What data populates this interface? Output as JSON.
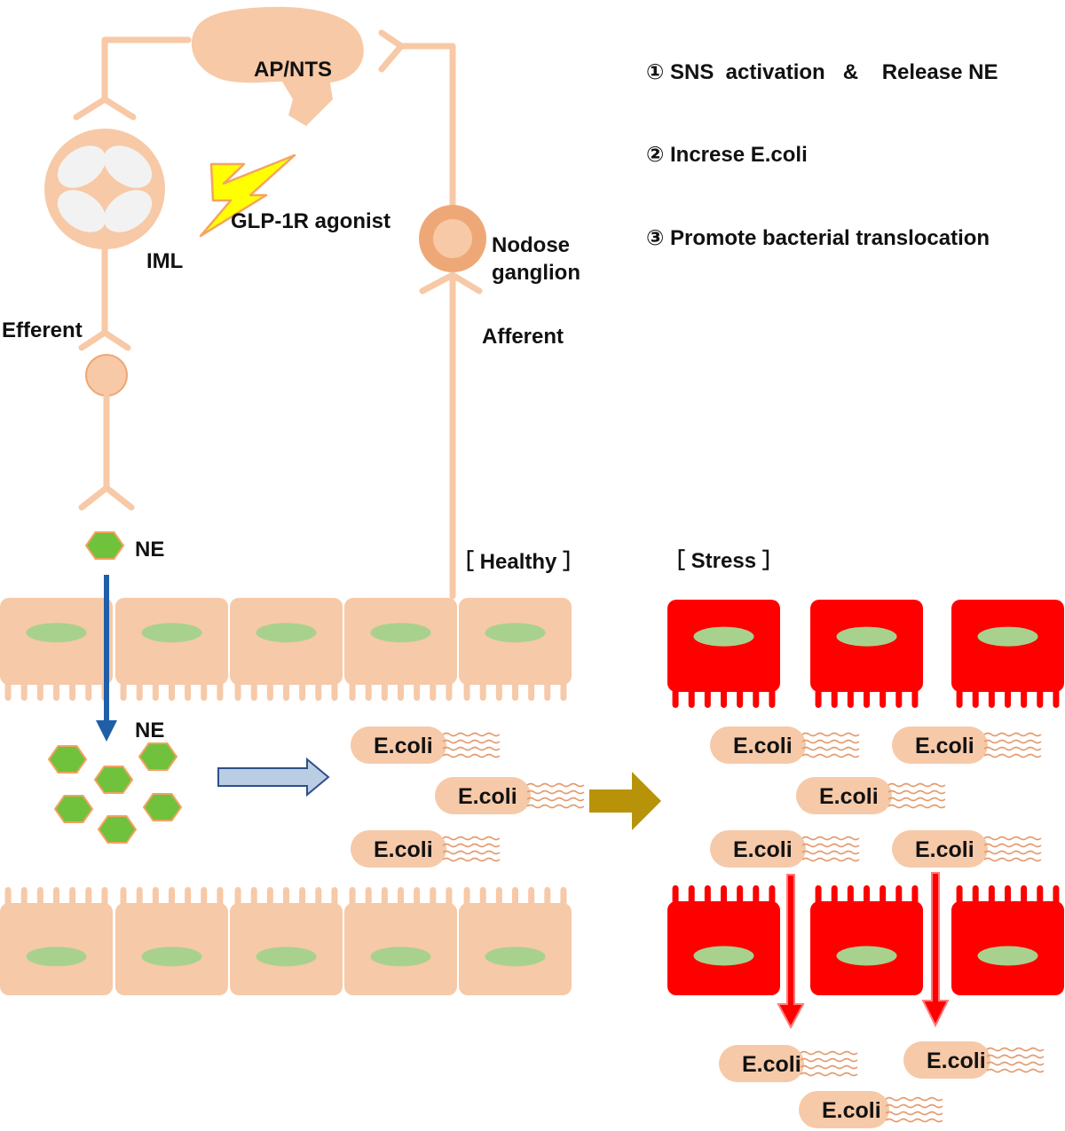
{
  "colors": {
    "neuron": "#f7c9a6",
    "neuron_dark": "#eea878",
    "tissue": "#f6c9a8",
    "nucleus": "#a9d18e",
    "stress": "#ff0000",
    "ne_fill": "#70c13c",
    "ne_stroke": "#f2a35e",
    "ecoli": "#f6c9a8",
    "flagella": "#e39a6e",
    "blue_arrow": "#1f5fa8",
    "hollow_arrow_fill": "#b9cde3",
    "hollow_arrow_stroke": "#2f4f8a",
    "gold_arrow": "#b8930a",
    "red_arrow": "#ff0000",
    "red_arrow_stroke": "#ff7a7a",
    "lightning": "#ffff00",
    "lightning_stroke": "#f4a460"
  },
  "labels": {
    "ap_nts": "AP/NTS",
    "iml": "IML",
    "glp1r": "GLP-1R agonist",
    "nodose": [
      "Nodose",
      "ganglion"
    ],
    "efferent": "Efferent",
    "afferent": "Afferent",
    "ne_top": "NE",
    "ne_lumen": "NE",
    "healthy": "［ Healthy ］",
    "stress": "［ Stress ］",
    "ecoli": "E.coli"
  },
  "steps": [
    "① SNS  activation   &    Release NE",
    "② Increse E.coli",
    "③ Promote bacterial translocation"
  ],
  "icons": {
    "lightning": "lightning-bolt-icon",
    "ne_molecule": "hexagon-icon"
  }
}
